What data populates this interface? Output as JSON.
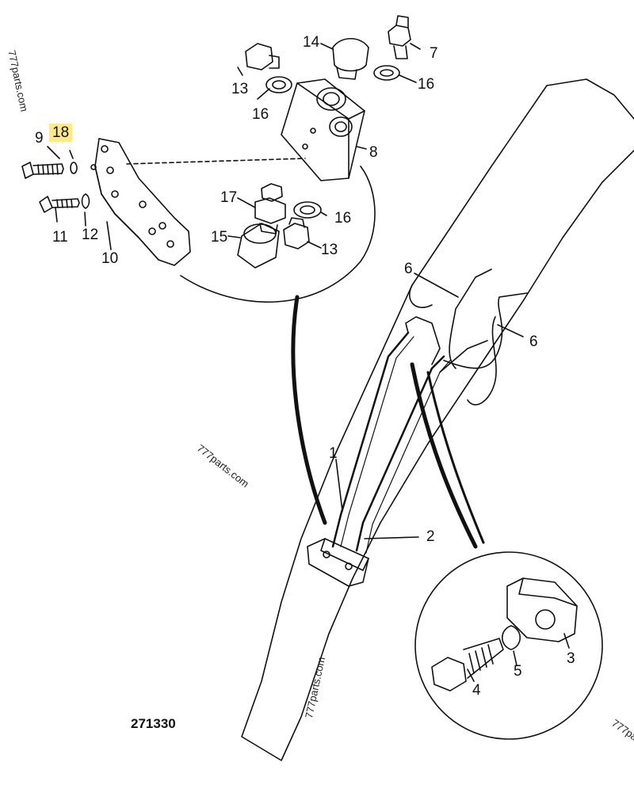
{
  "diagram": {
    "drawing_number": "271330",
    "watermark": "777parts.com",
    "highlight_color": "#ffe98a",
    "callouts": [
      "1",
      "2",
      "3",
      "4",
      "5",
      "6",
      "6",
      "7",
      "8",
      "9",
      "10",
      "11",
      "12",
      "13",
      "13",
      "14",
      "15",
      "16",
      "16",
      "16",
      "17",
      "18"
    ],
    "highlighted_callout": "18"
  }
}
